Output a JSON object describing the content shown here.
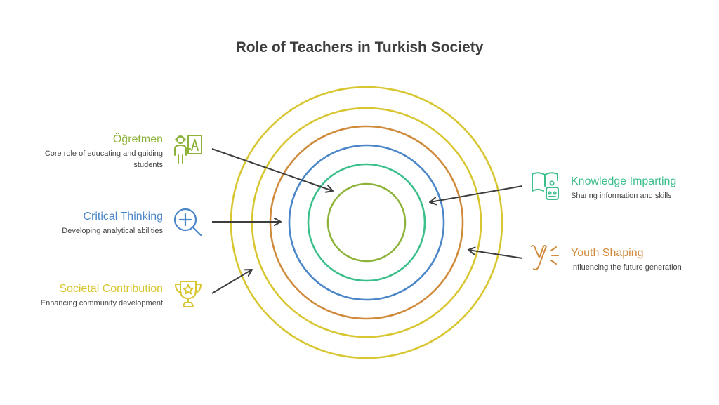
{
  "title": "Role of Teachers in Turkish Society",
  "colors": {
    "ogretmen": "#8db33a",
    "critical": "#4a86c8",
    "societal": "#d8c630",
    "knowledge": "#3bbf8a",
    "youth": "#d08a3c",
    "ring_outer": "#d8c630",
    "ring_second": "#d8c630",
    "ring_orange": "#d08a3c",
    "ring_blue": "#4a86c8",
    "ring_green": "#3bbf8a",
    "ring_inner": "#8db33a",
    "arrow": "#3d3d3d"
  },
  "items": {
    "ogretmen": {
      "label": "Öğretmen",
      "desc": "Core role of educating and guiding students",
      "icon": "teacher-board-icon"
    },
    "critical": {
      "label": "Critical Thinking",
      "desc": "Developing analytical abilities",
      "icon": "magnifier-plus-icon"
    },
    "societal": {
      "label": "Societal Contribution",
      "desc": "Enhancing community development",
      "icon": "trophy-star-icon"
    },
    "knowledge": {
      "label": "Knowledge Imparting",
      "desc": "Sharing information and skills",
      "icon": "book-robot-icon"
    },
    "youth": {
      "label": "Youth Shaping",
      "desc": "Influencing the future generation",
      "icon": "sprout-icon"
    }
  }
}
